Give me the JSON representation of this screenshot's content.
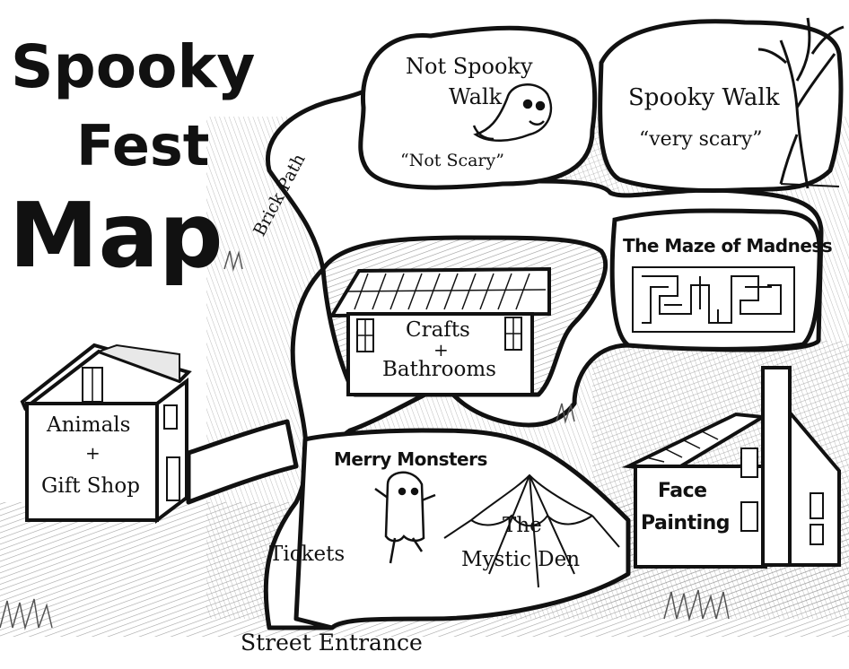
{
  "title": {
    "line1": "Spooky",
    "line2": "Fest",
    "line3": "Map"
  },
  "locations": {
    "not_spooky_walk": {
      "line1": "Not Spooky",
      "line2": "Walk",
      "note": "“Not Scary”"
    },
    "spooky_walk": {
      "name": "Spooky Walk",
      "note": "“very scary”"
    },
    "brick_path": "Brick Path",
    "maze": "The Maze of Madness",
    "crafts": {
      "line1": "Crafts",
      "line2": "+",
      "line3": "Bathrooms"
    },
    "animals": {
      "line1": "Animals",
      "line2": "+",
      "line3": "Gift Shop"
    },
    "merry_monsters": "Merry Monsters",
    "mystic_den": {
      "line1": "The",
      "line2": "Mystic Den"
    },
    "face_painting": {
      "line1": "Face",
      "line2": "Painting"
    },
    "tickets": "Tickets",
    "street_entrance": "Street Entrance"
  },
  "colors": {
    "ink": "#111111",
    "paper": "#ffffff",
    "grass": "#8a8a8a",
    "shade": "#d0d0d0"
  }
}
